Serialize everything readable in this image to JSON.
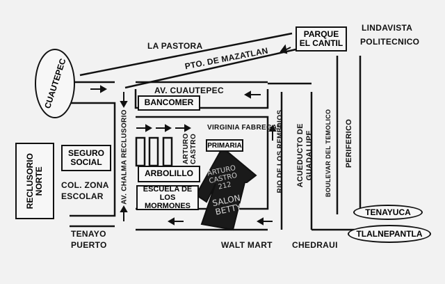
{
  "labels": {
    "la_pastora": "LA PASTORA",
    "lindavista": "LINDAVISTA",
    "politecnico": "POLITECNICO",
    "pto_mazatlan": "PTO. DE MAZATLAN",
    "av_cuautepec": "AV. CUAUTEPEC",
    "cuautepec": "CUAUTEPEC",
    "parque_line1": "PARQUE",
    "parque_line2": "EL CANTIL",
    "bancomer": "BANCOMER",
    "virginia": "VIRGINIA FABREGAS",
    "primaria": "PRIMARIA",
    "arturo_castro": "ARTURO CASTRO",
    "arbolillo": "ARBOLILLO",
    "escuela_line1": "ESCUELA DE LOS",
    "escuela_line2": "MORMONES",
    "reclusorio_norte": "RECLUSORIO NORTE",
    "seguro_line1": "SEGURO",
    "seguro_line2": "SOCIAL",
    "col_zona_line1": "COL. ZONA",
    "col_zona_line2": "ESCOLAR",
    "av_chalma": "AV. CHALMA RECLUSORIO",
    "rio_remedios": "RIO DE LOS REMEDIOS",
    "acueducto": "ACUEDUCTO DE GUADALUPE",
    "temolico": "BOULEVAR DEL TEMOLICO",
    "periferico": "PERIFERICO",
    "tenayo_line1": "TENAYO",
    "tenayo_line2": "PUERTO",
    "walt_mart": "WALT MART",
    "chedraui": "CHEDRAUI",
    "tenayuca": "TENAYUCA",
    "tlalnepantla": "TLALNEPANTLA",
    "salon_small": "ARTURO CASTRO 212",
    "salon_name": "SALON BETTY"
  },
  "colors": {
    "ink": "#111111",
    "paper": "#f2f2f2",
    "arrow_fill": "#1a1a1a"
  },
  "icons": {
    "direction_arrows": "arrow-right-icon",
    "salon_pointer": "arrow-up-icon"
  }
}
